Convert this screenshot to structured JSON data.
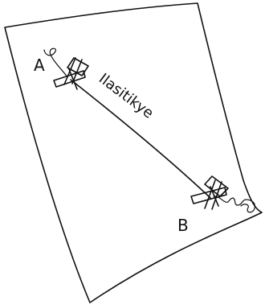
{
  "diagram": {
    "label_a": "A",
    "label_b": "B",
    "wire_label": "Ilasitikye"
  }
}
